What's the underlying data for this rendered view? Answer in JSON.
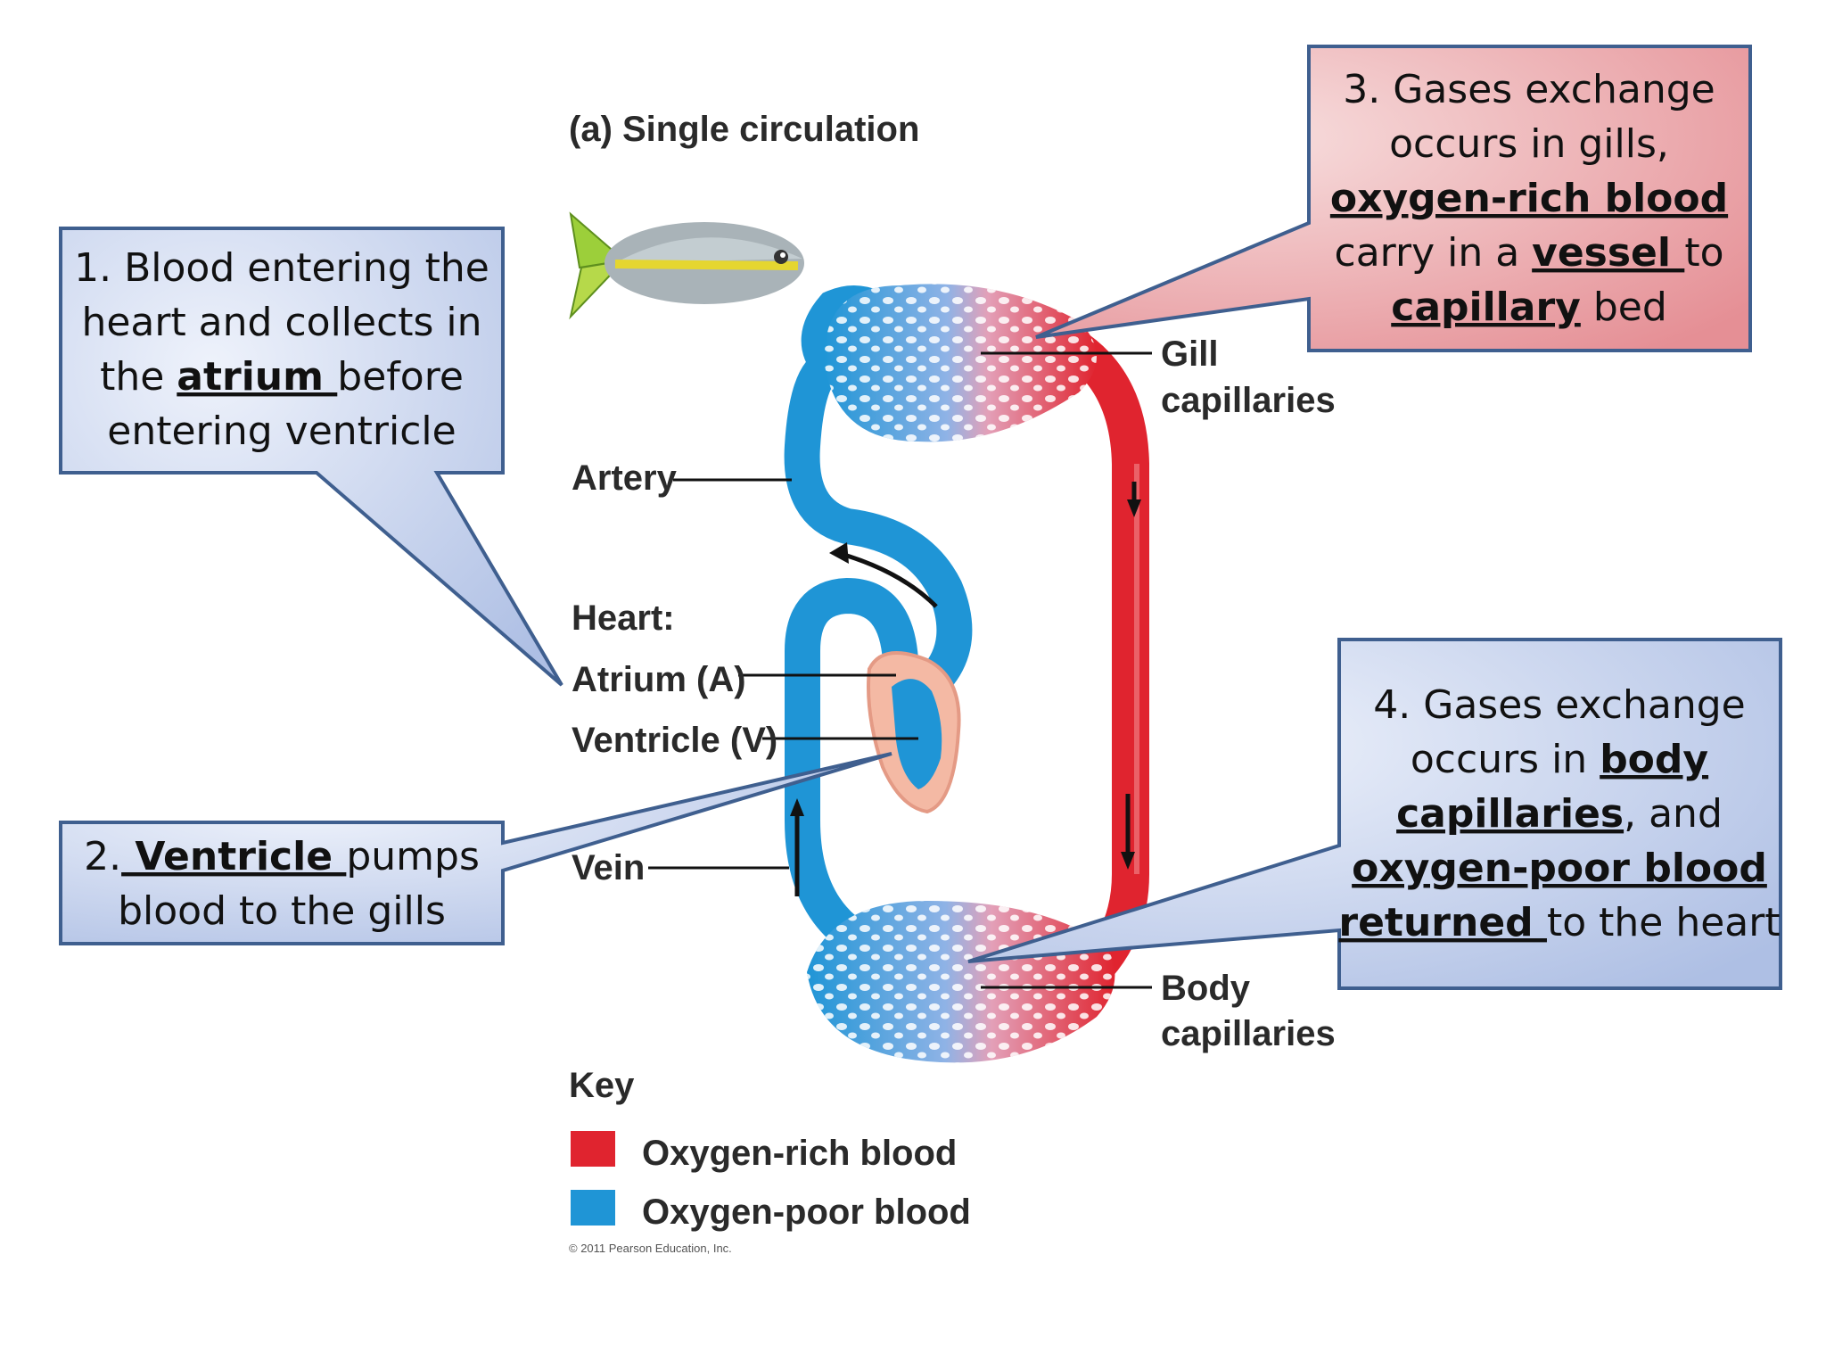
{
  "diagram_title": "(a) Single circulation",
  "labels": {
    "artery": "Artery",
    "heart": "Heart:",
    "atrium": "Atrium (A)",
    "ventricle": "Ventricle (V)",
    "vein": "Vein",
    "gill_line1": "Gill",
    "gill_line2": "capillaries",
    "body_line1": "Body",
    "body_line2": "capillaries"
  },
  "key": {
    "title": "Key",
    "items": [
      {
        "label": "Oxygen-rich blood",
        "color": "#e0242f"
      },
      {
        "label": "Oxygen-poor blood",
        "color": "#1f95d6"
      }
    ]
  },
  "copyright": "© 2011 Pearson Education, Inc.",
  "callouts": {
    "c1": {
      "l1": "1. Blood entering the",
      "l2": "heart and collects in",
      "l3a": "the ",
      "l3b": "atrium ",
      "l3c": "before",
      "l4": "entering ventricle"
    },
    "c2": {
      "l1a": "2.",
      "l1b": " Ventricle ",
      "l1c": "pumps",
      "l2": "blood to the gills"
    },
    "c3": {
      "l1": "3. Gases exchange",
      "l2": "occurs in gills,",
      "l3": "oxygen-rich blood",
      "l4a": "carry in a ",
      "l4b": "vessel ",
      "l4c": "to",
      "l5a": "capillary",
      "l5b": " bed"
    },
    "c4": {
      "l1": "4. Gases exchange",
      "l2a": "occurs in ",
      "l2b": "body",
      "l3a": "capillaries",
      "l3b": ", and",
      "l4": "oxygen-poor blood",
      "l5a": "returned ",
      "l5b": "to the heart"
    }
  },
  "colors": {
    "oxygen_rich": "#e0242f",
    "oxygen_poor": "#1f95d6",
    "callout_blue_border": "#3f5f8f",
    "callout_red_border": "#3f5f8f"
  }
}
